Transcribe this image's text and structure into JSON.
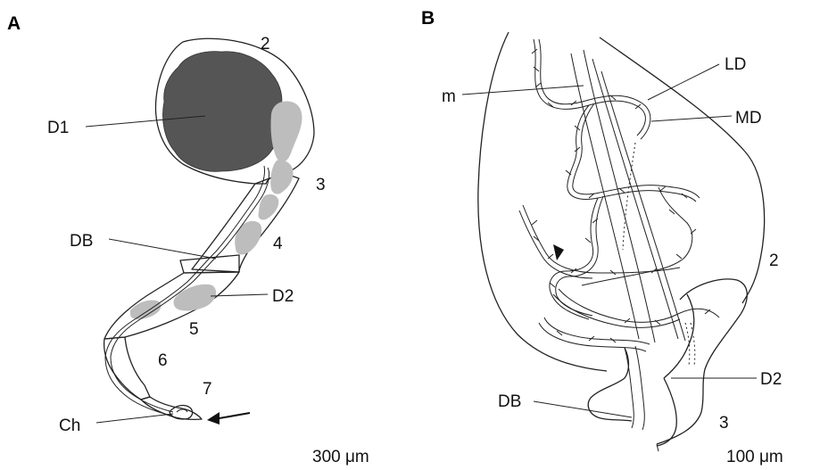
{
  "panel_a": {
    "letter": "A",
    "segment_labels": [
      "2",
      "3",
      "4",
      "5",
      "6",
      "7"
    ],
    "structure_labels": {
      "d1": "D1",
      "db": "DB",
      "d2": "D2",
      "ch": "Ch"
    },
    "scale": "300 μm"
  },
  "panel_b": {
    "letter": "B",
    "structure_labels": {
      "m": "m",
      "ld": "LD",
      "md": "MD",
      "db": "DB",
      "d2": "D2"
    },
    "segment_labels": [
      "2",
      "3"
    ],
    "scale": "100 μm"
  },
  "colors": {
    "dark_fill": "#555555",
    "grey_fill": "#bdbdbd",
    "line": "#222222"
  }
}
